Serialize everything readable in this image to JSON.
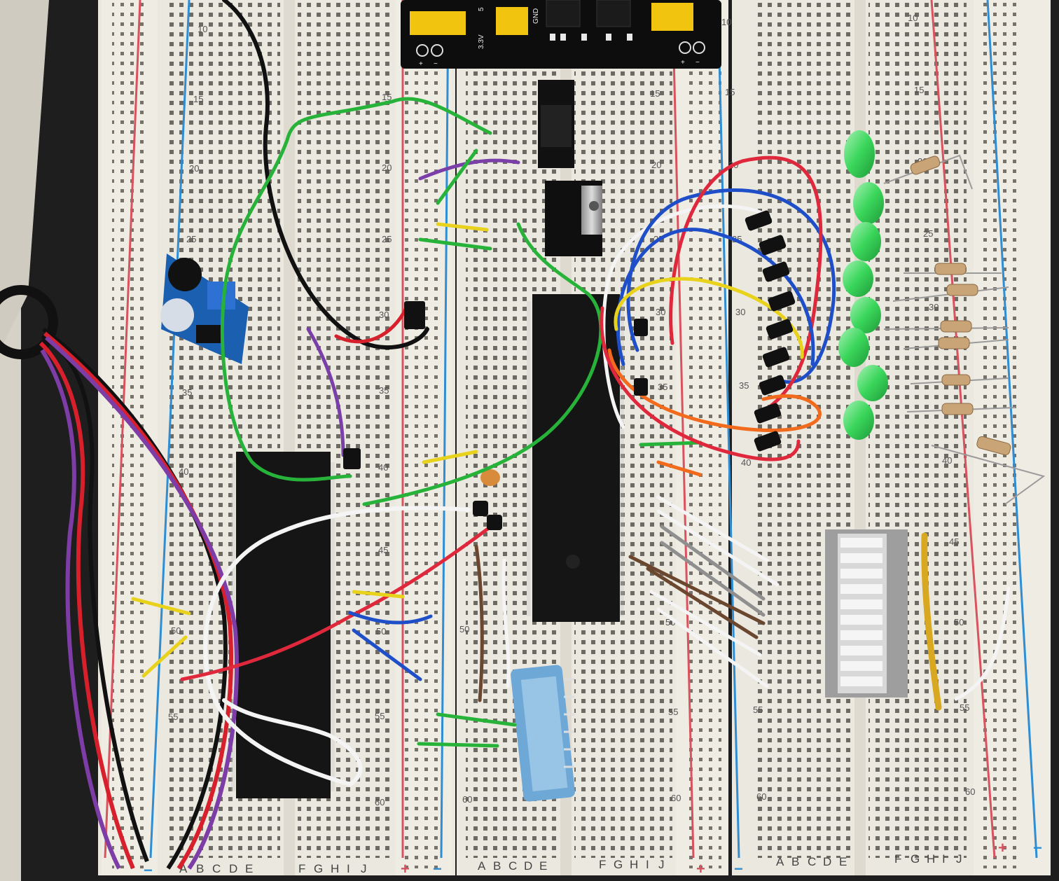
{
  "photo": {
    "row_labels": [
      "10",
      "15",
      "20",
      "25",
      "30",
      "35",
      "40",
      "45",
      "50",
      "55",
      "60"
    ],
    "col_labels_left": [
      "A",
      "B",
      "C",
      "D",
      "E"
    ],
    "col_labels_right": [
      "F",
      "G",
      "H",
      "I",
      "J"
    ],
    "rail_plus": "+",
    "rail_minus": "−",
    "power_module": {
      "label_33v": "3.3V",
      "label_5": "5",
      "label_gnd": "GND",
      "pin_plus": "+",
      "pin_minus": "−"
    },
    "colors": {
      "board": "#e9e6dd",
      "rail_red": "#d9535f",
      "rail_blue": "#2f8ed3",
      "chip": "#151515",
      "led_green": "#39d35a",
      "wire_green": "#27b33a",
      "wire_red": "#e0283c",
      "wire_blue": "#1f4fc8",
      "wire_yellow": "#e8d21c",
      "wire_white": "#f6f6f6",
      "wire_purple": "#7a3fa8",
      "wire_orange": "#f26b1d"
    },
    "objects": [
      "breadboard",
      "power-supply-module",
      "voltage-regulator",
      "microcontroller-chip",
      "ir-sensor-module",
      "green-led",
      "resistor",
      "led-bar-graph",
      "bluetooth-module",
      "jumper-wire"
    ]
  }
}
